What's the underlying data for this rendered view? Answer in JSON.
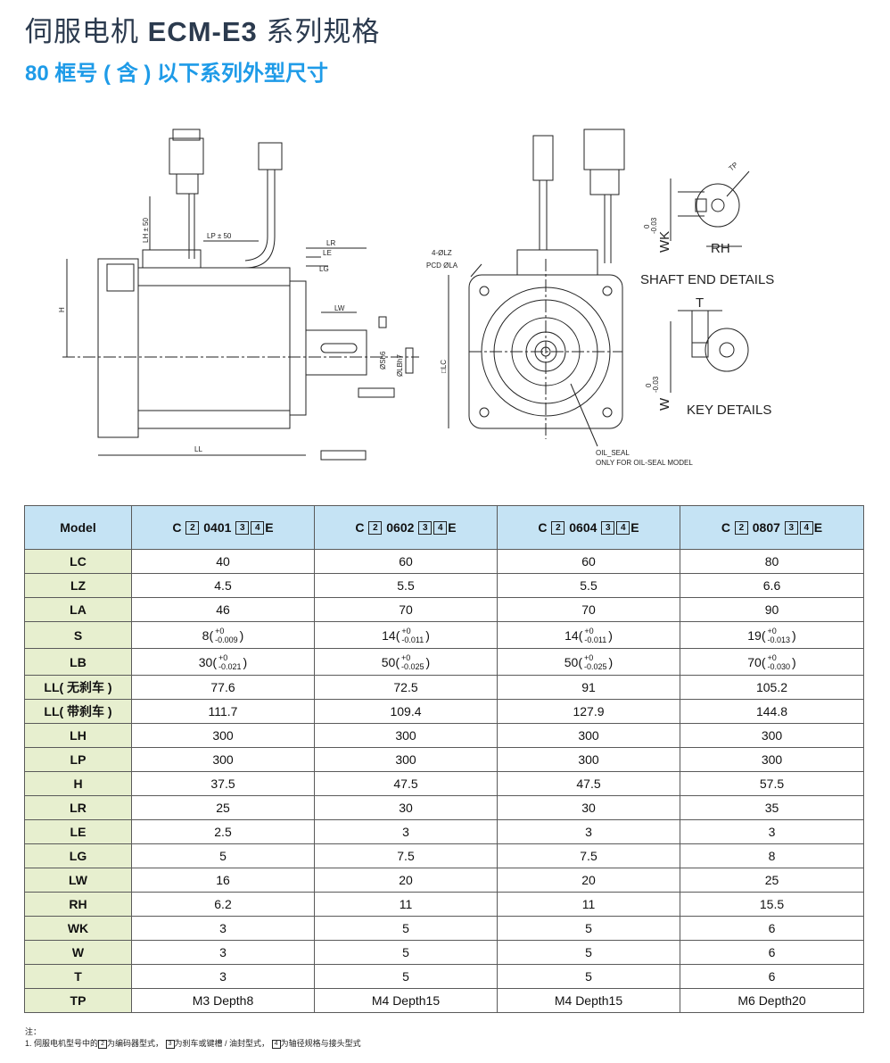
{
  "header": {
    "title_prefix": "伺服电机 ",
    "title_bold": "ECM-E3",
    "title_suffix": " 系列规格",
    "subtitle": "80 框号 ( 含 ) 以下系列外型尺寸"
  },
  "drawing": {
    "labels": {
      "lh": "LH ± 50",
      "lp": "LP ± 50",
      "lr": "LR",
      "le": "LE",
      "lg": "LG",
      "lw": "LW",
      "h": "H",
      "ll": "LL",
      "sh6": "ØSh6",
      "lbh7": "ØLBh7",
      "lz": "4-ØLZ",
      "pcd": "PCD ØLA",
      "lc": "□LC",
      "oil1": "OIL_SEAL",
      "oil2": "ONLY FOR OIL-SEAL MODEL",
      "tp": "TP",
      "rh": "RH",
      "wk": "WK",
      "wk_tol": "-0.03",
      "wk_tol0": "0",
      "t": "T",
      "w": "W",
      "w_tol": "-0.03",
      "w_tol0": "0",
      "shaft_end": "SHAFT END DETAILS",
      "key_details": "KEY DETAILS"
    }
  },
  "table": {
    "model_label": "Model",
    "models": [
      {
        "prefix": "C",
        "b2": "2",
        "code": "0401",
        "b3": "3",
        "b4": "4",
        "suffix": "E"
      },
      {
        "prefix": "C",
        "b2": "2",
        "code": "0602",
        "b3": "3",
        "b4": "4",
        "suffix": "E"
      },
      {
        "prefix": "C",
        "b2": "2",
        "code": "0604",
        "b3": "3",
        "b4": "4",
        "suffix": "E"
      },
      {
        "prefix": "C",
        "b2": "2",
        "code": "0807",
        "b3": "3",
        "b4": "4",
        "suffix": "E"
      }
    ],
    "rows": [
      {
        "label": "LC",
        "values": [
          "40",
          "60",
          "60",
          "80"
        ]
      },
      {
        "label": "LZ",
        "values": [
          "4.5",
          "5.5",
          "5.5",
          "6.6"
        ]
      },
      {
        "label": "LA",
        "values": [
          "46",
          "70",
          "70",
          "90"
        ]
      },
      {
        "label": "S",
        "tol": true,
        "values": [
          {
            "v": "8",
            "up": "+0",
            "low": "-0.009"
          },
          {
            "v": "14",
            "up": "+0",
            "low": "-0.011"
          },
          {
            "v": "14",
            "up": "+0",
            "low": "-0.011"
          },
          {
            "v": "19",
            "up": "+0",
            "low": "-0.013"
          }
        ]
      },
      {
        "label": "LB",
        "tol": true,
        "values": [
          {
            "v": "30",
            "up": "+0",
            "low": "-0.021"
          },
          {
            "v": "50",
            "up": "+0",
            "low": "-0.025"
          },
          {
            "v": "50",
            "up": "+0",
            "low": "-0.025"
          },
          {
            "v": "70",
            "up": "+0",
            "low": "-0.030"
          }
        ]
      },
      {
        "label": "LL( 无刹车 )",
        "values": [
          "77.6",
          "72.5",
          "91",
          "105.2"
        ]
      },
      {
        "label": "LL( 带刹车 )",
        "values": [
          "111.7",
          "109.4",
          "127.9",
          "144.8"
        ]
      },
      {
        "label": "LH",
        "values": [
          "300",
          "300",
          "300",
          "300"
        ]
      },
      {
        "label": "LP",
        "values": [
          "300",
          "300",
          "300",
          "300"
        ]
      },
      {
        "label": "H",
        "values": [
          "37.5",
          "47.5",
          "47.5",
          "57.5"
        ]
      },
      {
        "label": "LR",
        "values": [
          "25",
          "30",
          "30",
          "35"
        ]
      },
      {
        "label": "LE",
        "values": [
          "2.5",
          "3",
          "3",
          "3"
        ]
      },
      {
        "label": "LG",
        "values": [
          "5",
          "7.5",
          "7.5",
          "8"
        ]
      },
      {
        "label": "LW",
        "values": [
          "16",
          "20",
          "20",
          "25"
        ]
      },
      {
        "label": "RH",
        "values": [
          "6.2",
          "11",
          "11",
          "15.5"
        ]
      },
      {
        "label": "WK",
        "values": [
          "3",
          "5",
          "5",
          "6"
        ]
      },
      {
        "label": "W",
        "values": [
          "3",
          "5",
          "5",
          "6"
        ]
      },
      {
        "label": "T",
        "values": [
          "3",
          "5",
          "5",
          "6"
        ]
      },
      {
        "label": "TP",
        "values": [
          "M3 Depth8",
          "M4 Depth15",
          "M4 Depth15",
          "M6 Depth20"
        ]
      }
    ]
  },
  "notes": {
    "head": "注：",
    "line_a": "1. 伺服电机型号中的",
    "b2": "2",
    "line_b": "为编码器型式，",
    "b3": "3",
    "line_c": "为刹车或键槽 / 油封型式，",
    "b4": "4",
    "line_d": "为轴径规格与接头型式"
  }
}
